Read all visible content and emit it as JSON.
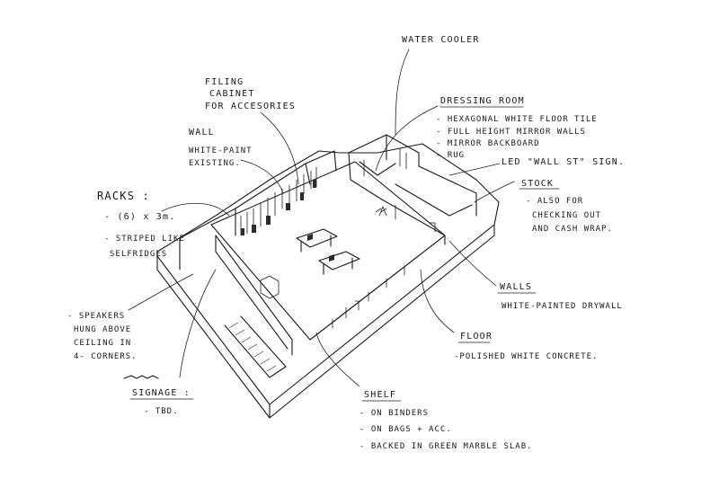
{
  "labels": {
    "water_cooler": "WATER COOLER",
    "filing_cabinet": [
      "FILING",
      "CABINET",
      "FOR ACCESORIES"
    ],
    "dressing_room": {
      "title": "DRESSING ROOM",
      "items": [
        "- HEXAGONAL WHITE FLOOR TILE",
        "- FULL HEIGHT MIRROR WALLS",
        "- MIRROR BACKBOARD",
        "- RUG"
      ]
    },
    "led_sign": "LED \"WALL ST\" SIGN.",
    "wall": {
      "title": "WALL",
      "lines": [
        "WHITE-PAINT",
        "EXISTING."
      ]
    },
    "stock": {
      "title": "STOCK",
      "lines": [
        "- ALSO FOR",
        "CHECKING OUT",
        "AND CASH WRAP."
      ]
    },
    "racks": {
      "title": "RACKS :",
      "lines": [
        "- (6) x 3m.",
        "- STRIPED LIKE",
        "SELFRIDGES"
      ]
    },
    "walls": {
      "title": "WALLS",
      "lines": [
        "WHITE-PAINTED DRYWALL"
      ]
    },
    "speakers": [
      "- SPEAKERS",
      "HUNG ABOVE",
      "CEILING IN",
      "4- CORNERS."
    ],
    "floor": {
      "title": "FLOOR",
      "lines": [
        "-POLISHED WHITE CONCRETE."
      ]
    },
    "signage": {
      "title": "SIGNAGE :",
      "lines": [
        "- TBD."
      ]
    },
    "shelf": {
      "title": "SHELF",
      "lines": [
        "- ON BINDERS",
        "- ON BAGS + ACC.",
        "- BACKED IN GREEN MARBLE SLAB."
      ]
    }
  }
}
